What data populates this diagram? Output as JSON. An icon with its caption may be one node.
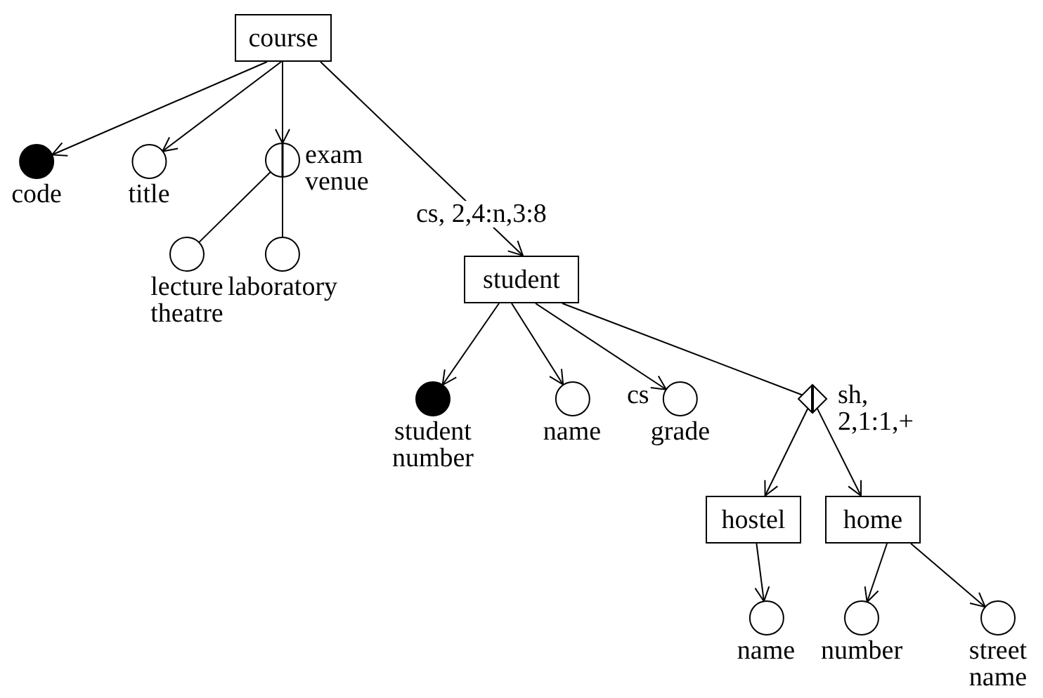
{
  "diagram": {
    "nodes": [
      {
        "text": [
          "course"
        ]
      },
      {
        "text": [
          "code"
        ]
      },
      {
        "text": [
          "title"
        ]
      },
      {
        "text": [
          "exam venue"
        ]
      },
      {
        "text": [
          "lecture theatre"
        ]
      },
      {
        "text": [
          "laboratory"
        ]
      },
      {
        "text": [
          "student"
        ]
      },
      {
        "text": [
          "student number"
        ]
      },
      {
        "text": [
          "name"
        ]
      },
      {
        "text": [
          "grade"
        ]
      },
      {
        "text": [],
        "shape": "diamond",
        "beside": [
          "sh, 2,1:1,+"
        ]
      },
      {
        "text": [
          "hostel"
        ]
      },
      {
        "text": [
          "home"
        ]
      },
      {
        "text": [
          "name"
        ]
      },
      {
        "text": [
          "number"
        ]
      },
      {
        "text": [
          "street name"
        ]
      }
    ],
    "edges": [
      {
        "from": 0,
        "to": 1,
        "arrow": "to"
      },
      {
        "from": 0,
        "to": 2,
        "arrow": "to"
      },
      {
        "from": 0,
        "to": 3,
        "arrow": "to"
      },
      {
        "from": 0,
        "to": 6,
        "arrow": "to",
        "label": "cs, 2,4:n,3:8"
      },
      {
        "from": 3,
        "to": 4,
        "arrow": "none"
      },
      {
        "from": 3,
        "to": 5,
        "arrow": "none"
      },
      {
        "from": 6,
        "to": 7,
        "arrow": "to"
      },
      {
        "from": 6,
        "to": 8,
        "arrow": "to"
      },
      {
        "from": 6,
        "to": 9,
        "arrow": "to",
        "label": "cs"
      },
      {
        "from": 6,
        "to": 10,
        "arrow": "none"
      },
      {
        "from": 10,
        "to": 11,
        "arrow": "to"
      },
      {
        "from": 10,
        "to": 12,
        "arrow": "to"
      },
      {
        "from": 11,
        "to": 13,
        "arrow": "to"
      },
      {
        "from": 12,
        "to": 14,
        "arrow": "to"
      },
      {
        "from": 12,
        "to": 15,
        "arrow": "to"
      }
    ]
  }
}
